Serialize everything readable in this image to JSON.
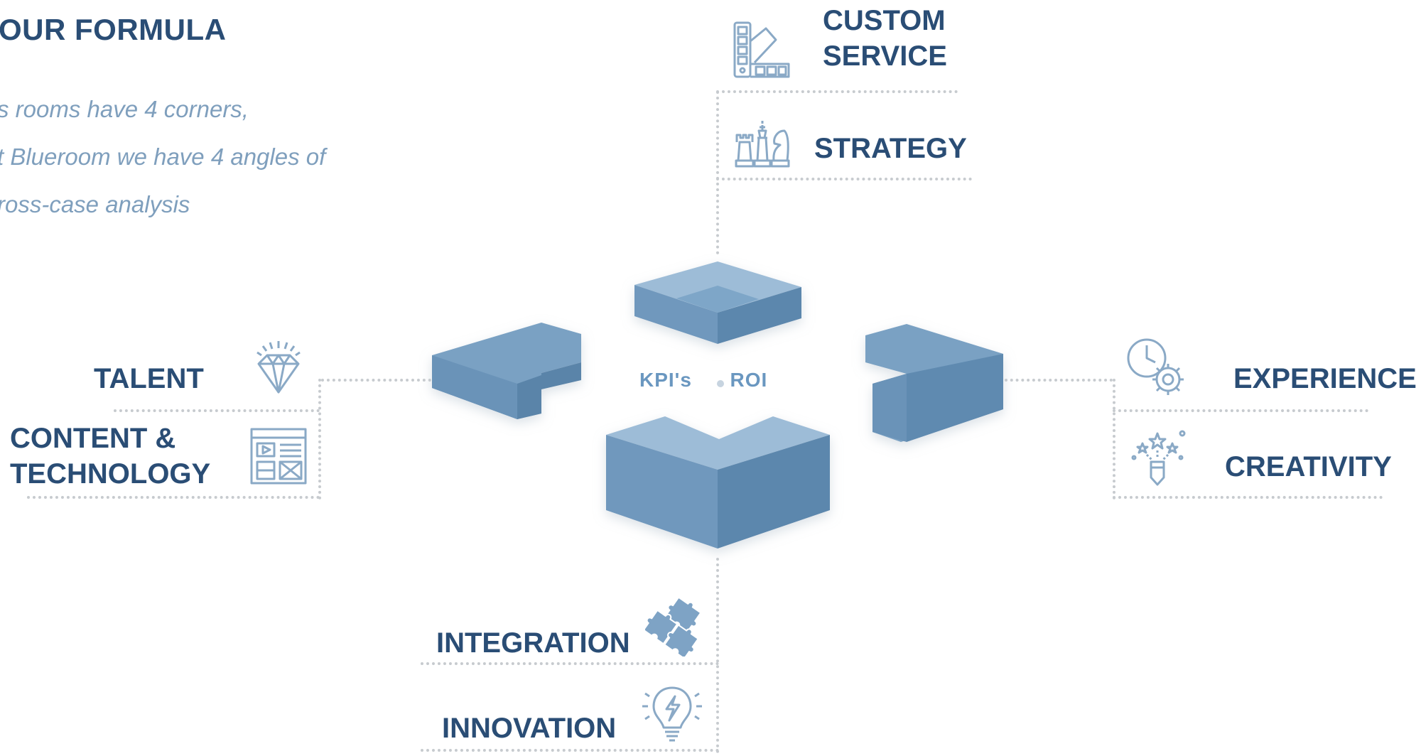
{
  "header": {
    "title": "OUR FORMULA",
    "intro_lines": [
      "s rooms have 4 corners,",
      "t Blueroom we have 4 angles of",
      "ross-case analysis"
    ]
  },
  "center": {
    "kpi": "KPI's",
    "roi": "ROI"
  },
  "pillars": {
    "top": [
      "CUSTOM SERVICE",
      "STRATEGY"
    ],
    "left": [
      "TALENT",
      "CONTENT & TECHNOLOGY"
    ],
    "right": [
      "EXPERIENCE",
      "CREATIVITY"
    ],
    "bottom": [
      "INTEGRATION",
      "INNOVATION"
    ]
  },
  "labels": {
    "custom_1": "CUSTOM",
    "custom_2": "SERVICE",
    "strategy": "STRATEGY",
    "talent": "TALENT",
    "content_1": "CONTENT &",
    "content_2": "TECHNOLOGY",
    "experience": "EXPERIENCE",
    "creativity": "CREATIVITY",
    "integration": "INTEGRATION",
    "innovation": "INNOVATION"
  },
  "icons": [
    "color-swatch-icon",
    "chess-pieces-icon",
    "diamond-icon",
    "web-layout-icon",
    "clock-gear-icon",
    "firework-pencil-icon",
    "puzzle-icon",
    "lightbulb-icon"
  ],
  "colors": {
    "title": "#2a4d75",
    "intro": "#7f9fbd",
    "block_top": "#8fb1ce",
    "block_left": "#6a93b8",
    "block_right": "#56809f",
    "icon_stroke": "#8aa9c6",
    "dots": "#c7cbcf"
  }
}
